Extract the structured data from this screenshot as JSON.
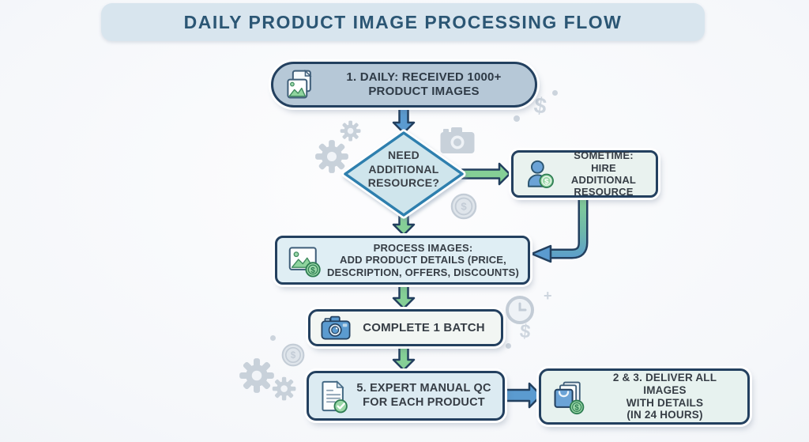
{
  "title": "DAILY PRODUCT IMAGE PROCESSING FLOW",
  "nodes": {
    "received": {
      "lines": [
        "1. DAILY: RECEIVED 1000+",
        "PRODUCT IMAGES"
      ],
      "icon": "product-images-icon"
    },
    "decision": {
      "lines": [
        "NEED",
        "ADDITIONAL",
        "RESOURCE?"
      ]
    },
    "hire": {
      "lines": [
        "SOMETIME:",
        "HIRE ADDITIONAL",
        "RESOURCE"
      ],
      "icon": "person-dollar-icon"
    },
    "process": {
      "lines": [
        "PROCESS IMAGES:",
        "ADD PRODUCT DETAILS (PRICE,",
        "DESCRIPTION, OFFERS, DISCOUNTS)"
      ],
      "icon": "image-dollar-icon"
    },
    "batch": {
      "lines": [
        "COMPLETE 1 BATCH"
      ],
      "icon": "camera-icon"
    },
    "qc": {
      "lines": [
        "5. EXPERT MANUAL QC",
        "FOR EACH PRODUCT"
      ],
      "icon": "document-check-icon"
    },
    "deliver": {
      "lines": [
        "2 & 3. DELIVER ALL IMAGES",
        "WITH DETAILS",
        "(IN 24 HOURS)"
      ],
      "icon": "bag-dollar-icon"
    }
  },
  "decorations": {
    "dollar": "$",
    "plus": "+"
  },
  "colors": {
    "header_bg": "#d8e5ee",
    "title_text": "#2b5674",
    "node_border": "#23405f",
    "pill_fill": "#b6c8d7",
    "diamond_fill": "#cfe5ec",
    "diamond_border": "#2d7fae",
    "arrow_blue": "#5b9bd0",
    "arrow_green": "#85cf96",
    "accent_green": "#9bd8a8",
    "accent_blue": "#6ba3d6",
    "decoration_gray": "#c8d1da"
  }
}
